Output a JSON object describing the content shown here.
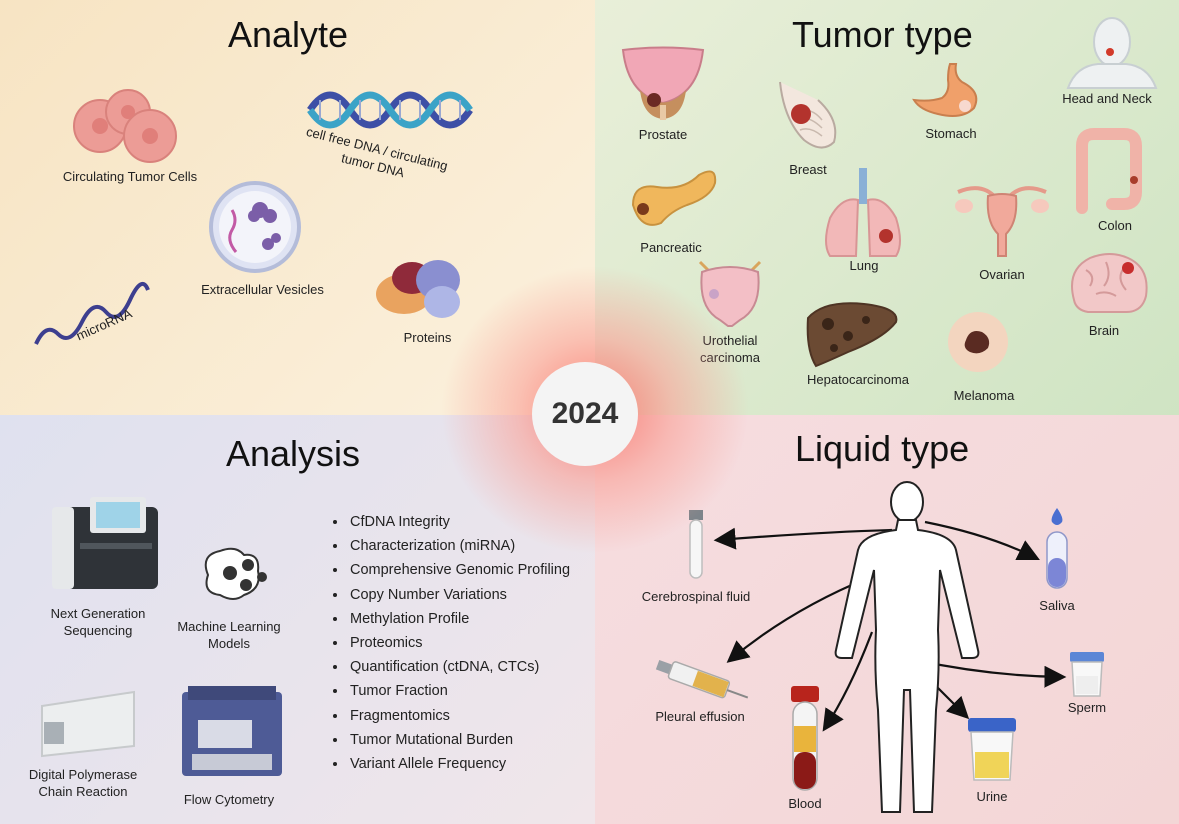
{
  "center_year": "2024",
  "analyte": {
    "title": "Analyte",
    "items": {
      "ctc": "Circulating Tumor Cells",
      "cfdna": "cell free DNA / circulating tumor DNA",
      "ev": "Extracellular Vesicles",
      "mirna": "microRNA",
      "proteins": "Proteins"
    }
  },
  "tumor": {
    "title": "Tumor type",
    "items": {
      "prostate": "Prostate",
      "breast": "Breast",
      "stomach": "Stomach",
      "head_neck": "Head and Neck",
      "pancreatic": "Pancreatic",
      "lung": "Lung",
      "ovarian": "Ovarian",
      "colon": "Colon",
      "urothelial": "Urothelial carcinoma",
      "hepato": "Hepatocarcinoma",
      "melanoma": "Melanoma",
      "brain": "Brain"
    }
  },
  "analysis": {
    "title": "Analysis",
    "tools": {
      "ngs": "Next Generation Sequencing",
      "ml": "Machine Learning Models",
      "dpcr": "Digital Polymerase Chain Reaction",
      "flow": "Flow Cytometry"
    },
    "list": [
      "CfDNA Integrity",
      "Characterization (miRNA)",
      "Comprehensive Genomic Profiling",
      "Copy Number Variations",
      "Methylation Profile",
      "Proteomics",
      "Quantification (ctDNA, CTCs)",
      "Tumor Fraction",
      "Fragmentomics",
      "Tumor Mutational Burden",
      "Variant Allele Frequency"
    ]
  },
  "liquid": {
    "title": "Liquid type",
    "items": {
      "csf": "Cerebrospinal fluid",
      "saliva": "Saliva",
      "pleural": "Pleural effusion",
      "sperm": "Sperm",
      "blood": "Blood",
      "urine": "Urine"
    }
  }
}
